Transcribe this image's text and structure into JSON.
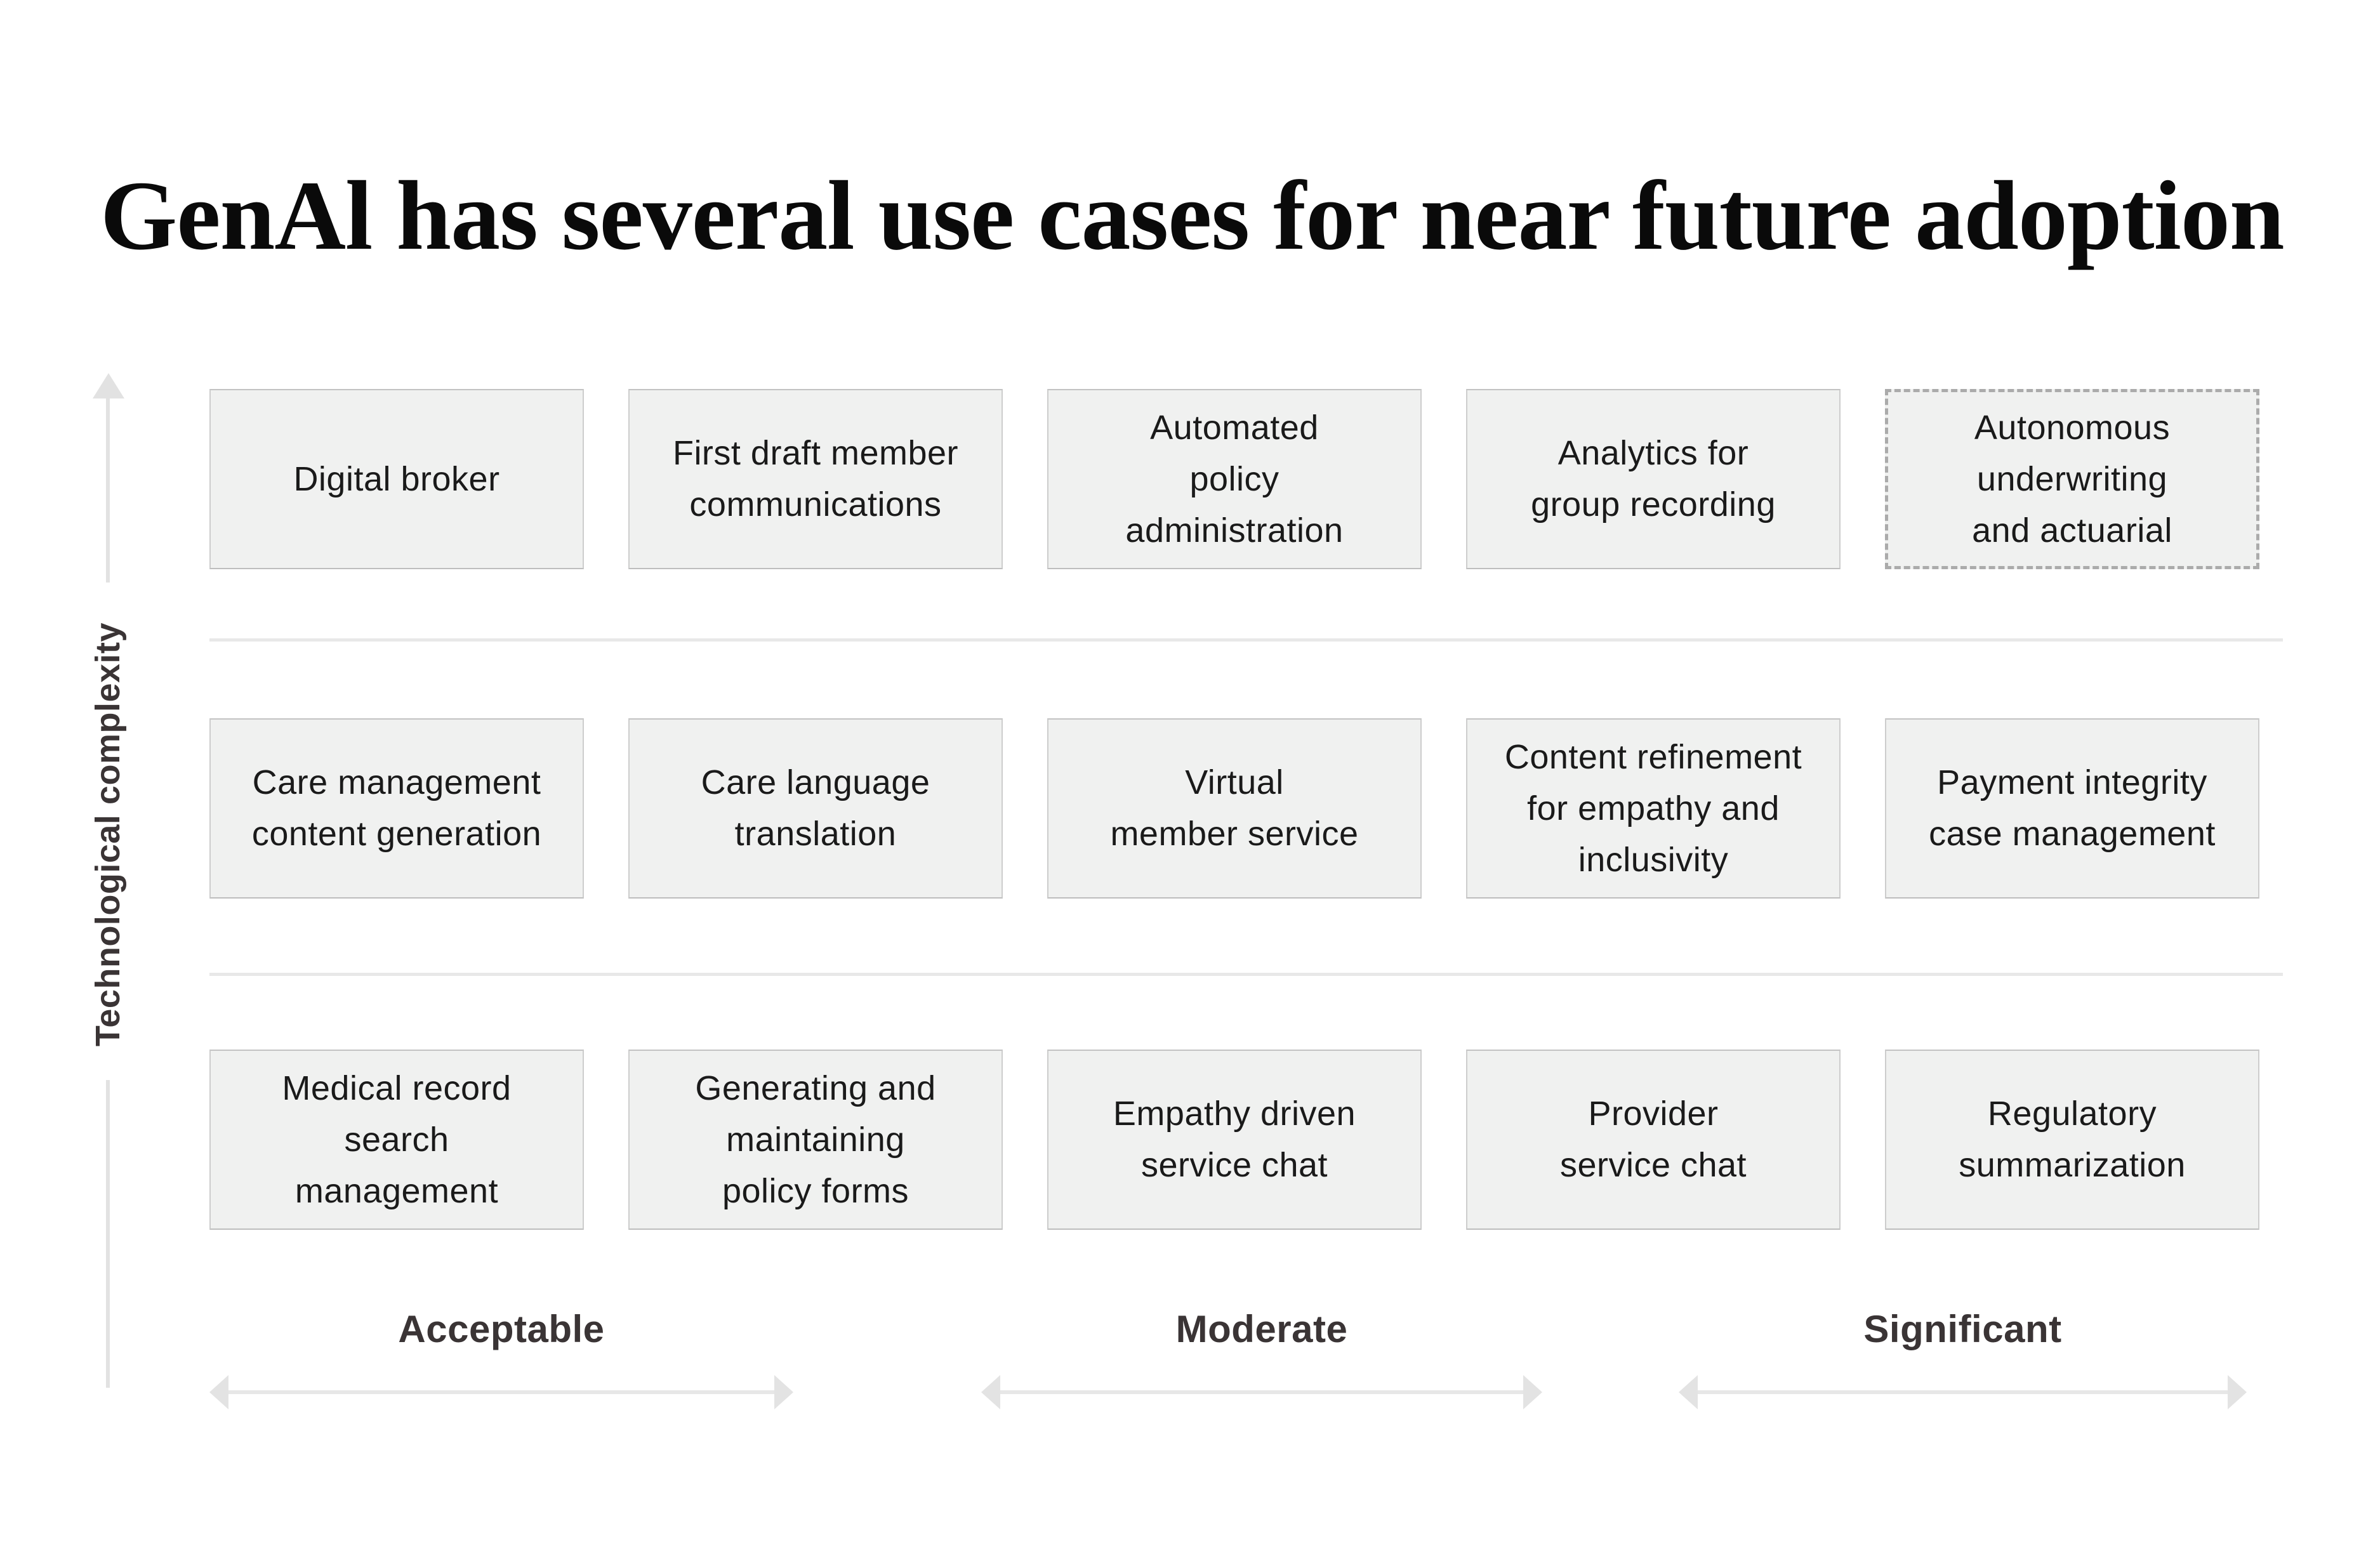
{
  "title": "GenAl has several use cases for near future adoption",
  "y_axis": {
    "label": "Technological complexity"
  },
  "x_axis": {
    "sections": [
      {
        "label": "Acceptable"
      },
      {
        "label": "Moderate"
      },
      {
        "label": "Significant"
      }
    ]
  },
  "grid": {
    "rows": [
      {
        "cells": [
          {
            "label": "Digital broker"
          },
          {
            "label": "First draft member\ncommunications"
          },
          {
            "label": "Automated\npolicy\nadministration"
          },
          {
            "label": "Analytics for\ngroup recording"
          },
          {
            "label": "Autonomous\nunderwriting\nand actuarial",
            "dashed": true
          }
        ]
      },
      {
        "cells": [
          {
            "label": "Care management\ncontent generation"
          },
          {
            "label": "Care language\ntranslation"
          },
          {
            "label": "Virtual\nmember service"
          },
          {
            "label": "Content refinement\nfor empathy and\ninclusivity"
          },
          {
            "label": "Payment integrity\ncase management"
          }
        ]
      },
      {
        "cells": [
          {
            "label": "Medical record\nsearch\nmanagement"
          },
          {
            "label": "Generating and\nmaintaining\npolicy forms"
          },
          {
            "label": "Empathy driven\nservice chat"
          },
          {
            "label": "Provider\nservice chat"
          },
          {
            "label": "Regulatory\nsummarization"
          }
        ]
      }
    ]
  },
  "colors": {
    "card_fill": "#f0f1f0",
    "card_border": "#c9c9c9",
    "dashed_border": "#ababab",
    "axis_gray": "#e4e4e4",
    "separator": "#e8e8e8",
    "dark_label_text": "#3a3435",
    "card_text": "#1a1a1a",
    "title_text": "#0a0a0a"
  }
}
